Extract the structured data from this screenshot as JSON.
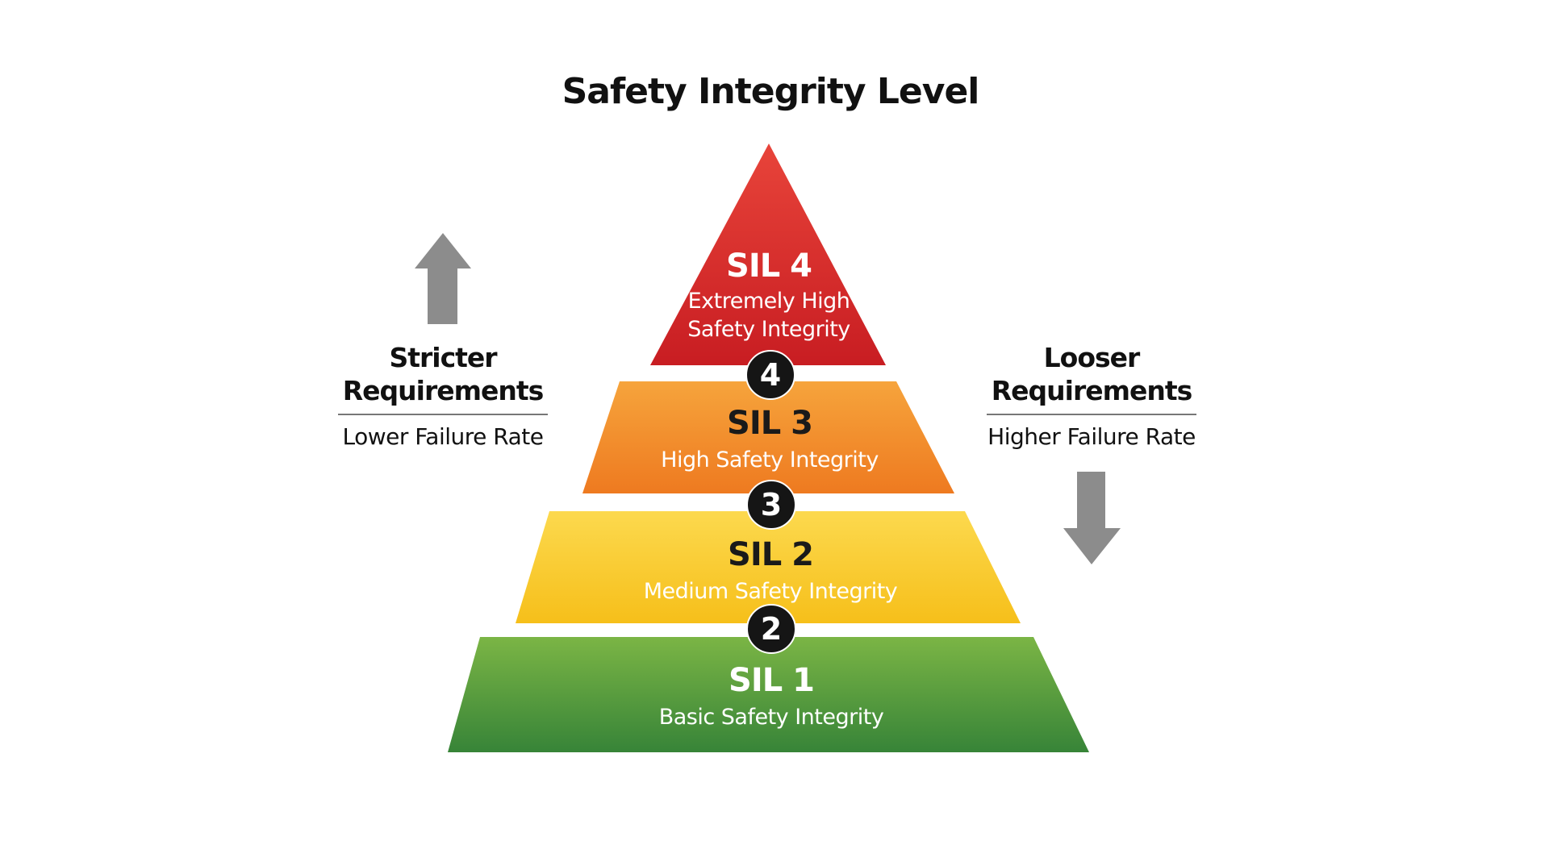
{
  "title": "Safety Integrity Level",
  "tiers": [
    {
      "level": "SIL 4",
      "description_line1": "Extremely High",
      "description_line2": "Safety Integrity",
      "color_top": "#e63a32",
      "color_bottom": "#c81d22",
      "name_color": "#ffffff",
      "desc_color": "#ffffff"
    },
    {
      "level": "SIL 3",
      "description": "High Safety Integrity",
      "color_top": "#f5a23a",
      "color_bottom": "#ef7d22",
      "name_color": "#1a1a1a",
      "desc_color": "#ffffff"
    },
    {
      "level": "SIL 2",
      "description": "Medium Safety Integrity",
      "color_top": "#fbd64a",
      "color_bottom": "#f6c01c",
      "name_color": "#1a1a1a",
      "desc_color": "#ffffff"
    },
    {
      "level": "SIL 1",
      "description": "Basic Safety Integrity",
      "color_top": "#7ab443",
      "color_bottom": "#3a873a",
      "name_color": "#ffffff",
      "desc_color": "#ffffff"
    }
  ],
  "badges": [
    "4",
    "3",
    "2"
  ],
  "left_panel": {
    "arrow": "up-arrow",
    "heading_line1": "Stricter",
    "heading_line2": "Requirements",
    "subtext": "Lower Failure Rate"
  },
  "right_panel": {
    "arrow": "down-arrow",
    "heading_line1": "Looser",
    "heading_line2": "Requirements",
    "subtext": "Higher Failure Rate"
  },
  "colors": {
    "arrow": "#8c8c8c",
    "divider": "#777777",
    "badge_bg": "#151515"
  }
}
